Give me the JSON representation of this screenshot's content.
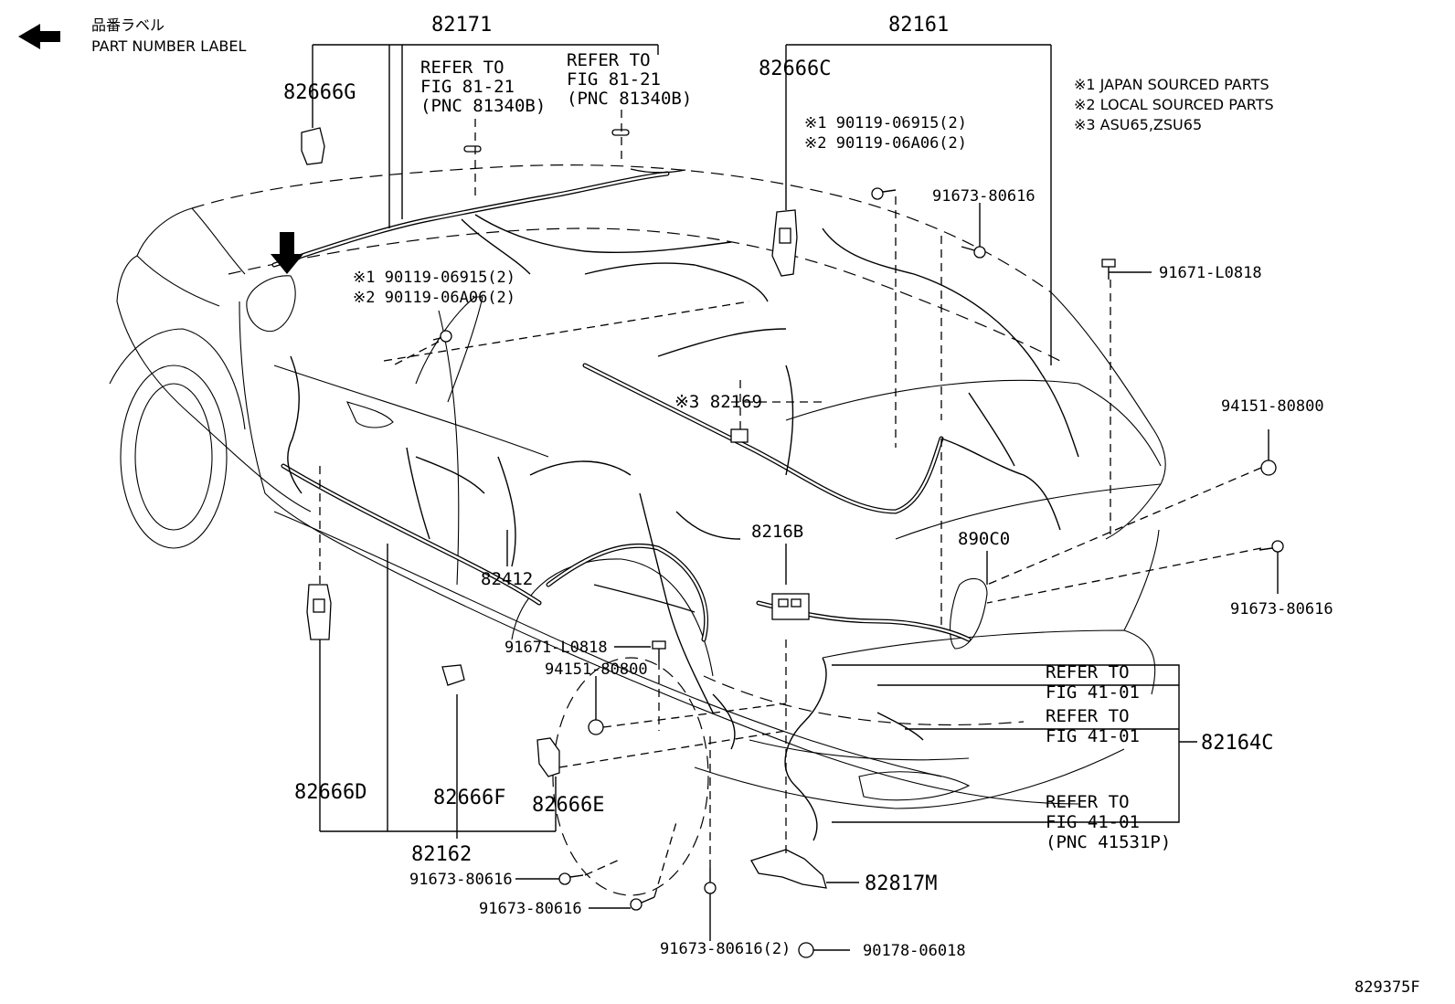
{
  "legend": {
    "label_jp": "品番ラベル",
    "label_en": "PART NUMBER LABEL"
  },
  "notes": [
    "※1 JAPAN SOURCED PARTS",
    "※2 LOCAL SOURCED PARTS",
    "※3 ASU65,ZSU65"
  ],
  "parts": {
    "p82171": "82171",
    "p82161": "82161",
    "p82666G": "82666G",
    "p82666C": "82666C",
    "refer1_l1": "REFER TO",
    "refer1_l2": "FIG 81-21",
    "refer1_l3": "(PNC 81340B)",
    "refer2_l1": "REFER TO",
    "refer2_l2": "FIG 81-21",
    "refer2_l3": "(PNC 81340B)",
    "bolt_top_1": "※1 90119-06915(2)",
    "bolt_top_2": "※2 90119-06A06(2)",
    "bolt_left_1": "※1 90119-06915(2)",
    "bolt_left_2": "※2 90119-06A06(2)",
    "b91673_a": "91673-80616",
    "b91671_a": "91671-L0818",
    "p82169": "※3 82169",
    "c94151_a": "94151-80800",
    "p8216B": "8216B",
    "p890C0": "890C0",
    "b91673_b": "91673-80616",
    "p82412": "82412",
    "b91671_b": "91671-L0818",
    "c94151_b": "94151-80800",
    "refer3_l1": "REFER TO",
    "refer3_l2": "FIG 41-01",
    "refer4_l1": "REFER TO",
    "refer4_l2": "FIG 41-01",
    "p82164C": "82164C",
    "refer5_l1": "REFER TO",
    "refer5_l2": "FIG 41-01",
    "refer5_l3": "(PNC 41531P)",
    "p82666D": "82666D",
    "p82666F": "82666F",
    "p82666E": "82666E",
    "p82162": "82162",
    "b91673_c": "91673-80616",
    "b91673_d": "91673-80616",
    "p82817M": "82817M",
    "b91673_e": "91673-80616(2)",
    "c90178": "90178-06018"
  },
  "figure_id": "829375F",
  "colors": {
    "ink": "#000000",
    "paper": "#ffffff"
  }
}
